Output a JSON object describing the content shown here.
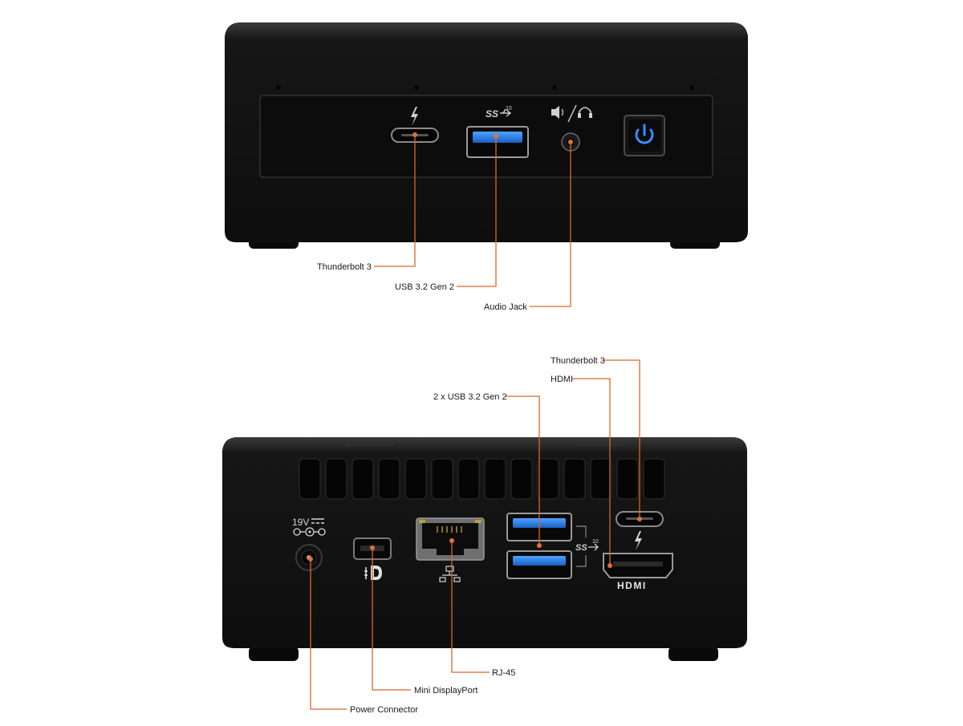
{
  "front": {
    "labels": {
      "thunderbolt": "Thunderbolt 3",
      "usb": "USB 3.2 Gen 2",
      "audio": "Audio Jack"
    },
    "usb_speed": "10"
  },
  "rear": {
    "labels": {
      "thunderbolt": "Thunderbolt 3",
      "hdmi": "HDMI",
      "usb": "2 x USB 3.2 Gen 2",
      "rj45": "RJ-45",
      "mini_dp": "Mini DisplayPort",
      "power": "Power Connector"
    },
    "power_rating": "19V",
    "hdmi_logo": "HDMI",
    "usb_speed": "10"
  },
  "colors": {
    "leader": "#d9682a",
    "chassis": "#141414",
    "usb_blue": "#2d7fe0",
    "power_led": "#3a8cff"
  }
}
